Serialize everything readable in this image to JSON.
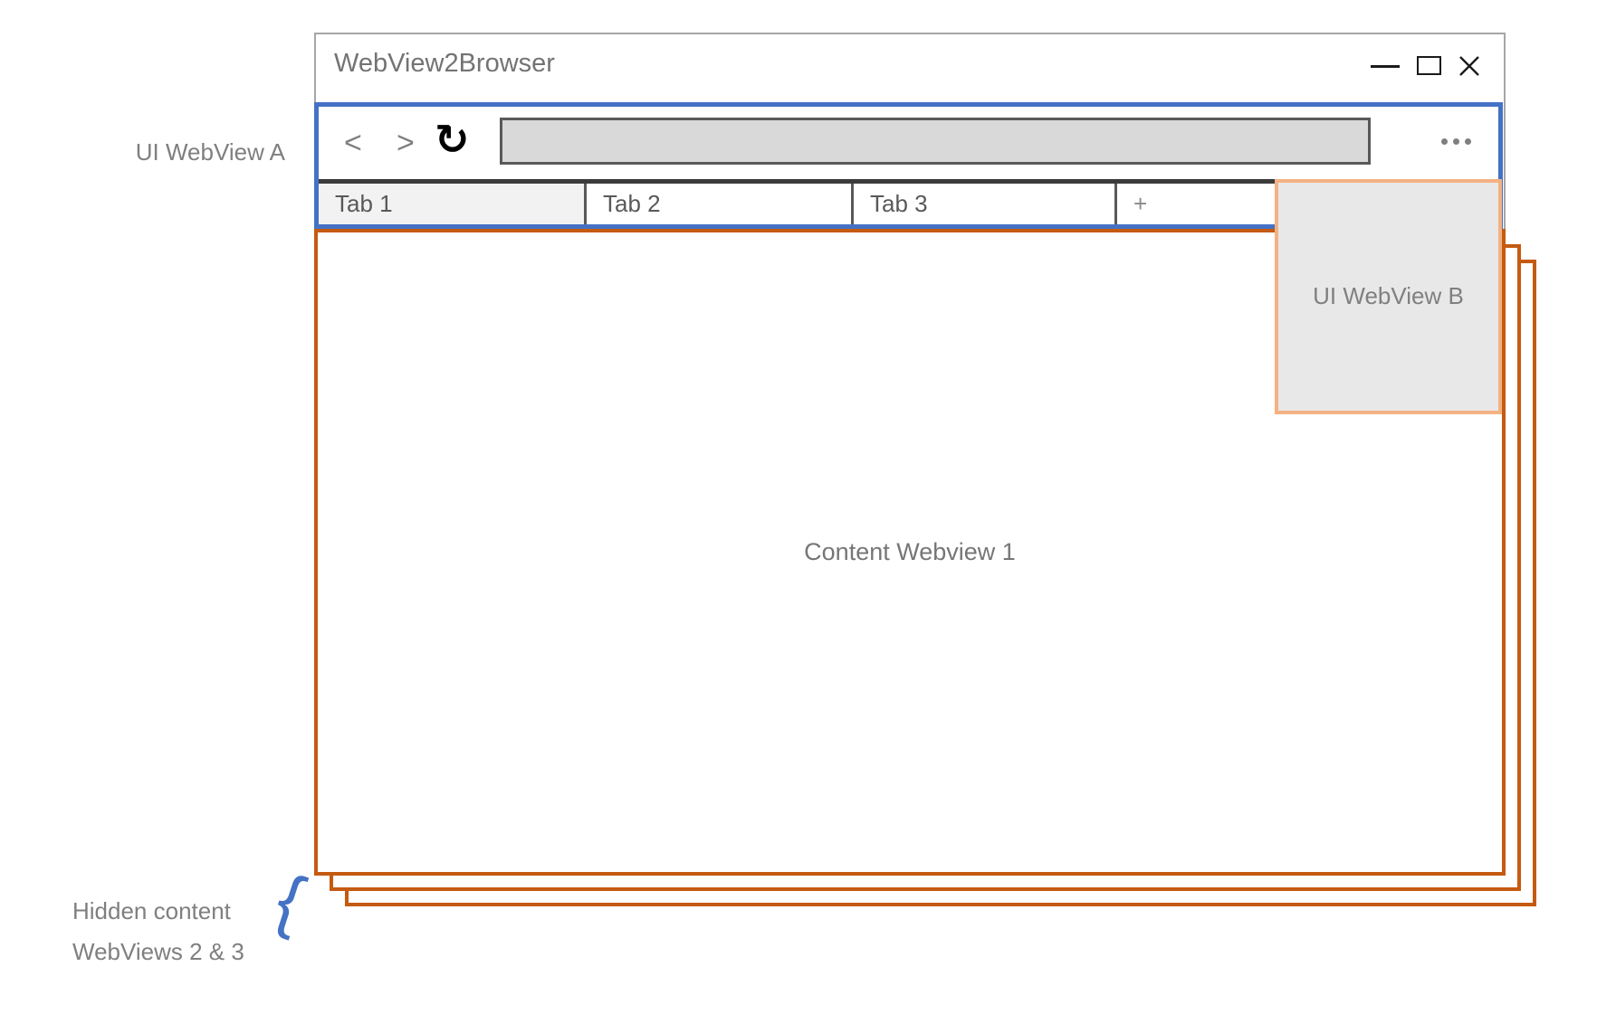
{
  "window": {
    "title": "WebView2Browser"
  },
  "toolbar": {
    "back_icon": "<",
    "forward_icon": ">",
    "reload_icon": "↻",
    "address_value": ""
  },
  "tabs": [
    {
      "label": "Tab 1",
      "active": true
    },
    {
      "label": "Tab 2",
      "active": false
    },
    {
      "label": "Tab 3",
      "active": false
    },
    {
      "label": "+",
      "active": false
    }
  ],
  "annotations": {
    "ui_webview_a": "UI WebView A",
    "ui_webview_b": "UI WebView B",
    "content_webview_1": "Content Webview 1",
    "hidden_caption_line1": "Hidden content",
    "hidden_caption_line2": "WebViews 2 & 3",
    "brace_glyph": "{"
  },
  "colors": {
    "ui_webview_border_blue": "#4472C4",
    "content_webview_border_orange": "#C55A11",
    "ui_webview_b_border_peach": "#F4B183",
    "window_frame_gray": "#A6A6A6",
    "annotation_text_gray": "#7F7F7F",
    "address_bar_fill": "#D9D9D9",
    "active_tab_fill": "#F2F2F2",
    "tab_strip_divider": "#3B3B3B",
    "annotation_brace_blue": "#4472C4"
  }
}
